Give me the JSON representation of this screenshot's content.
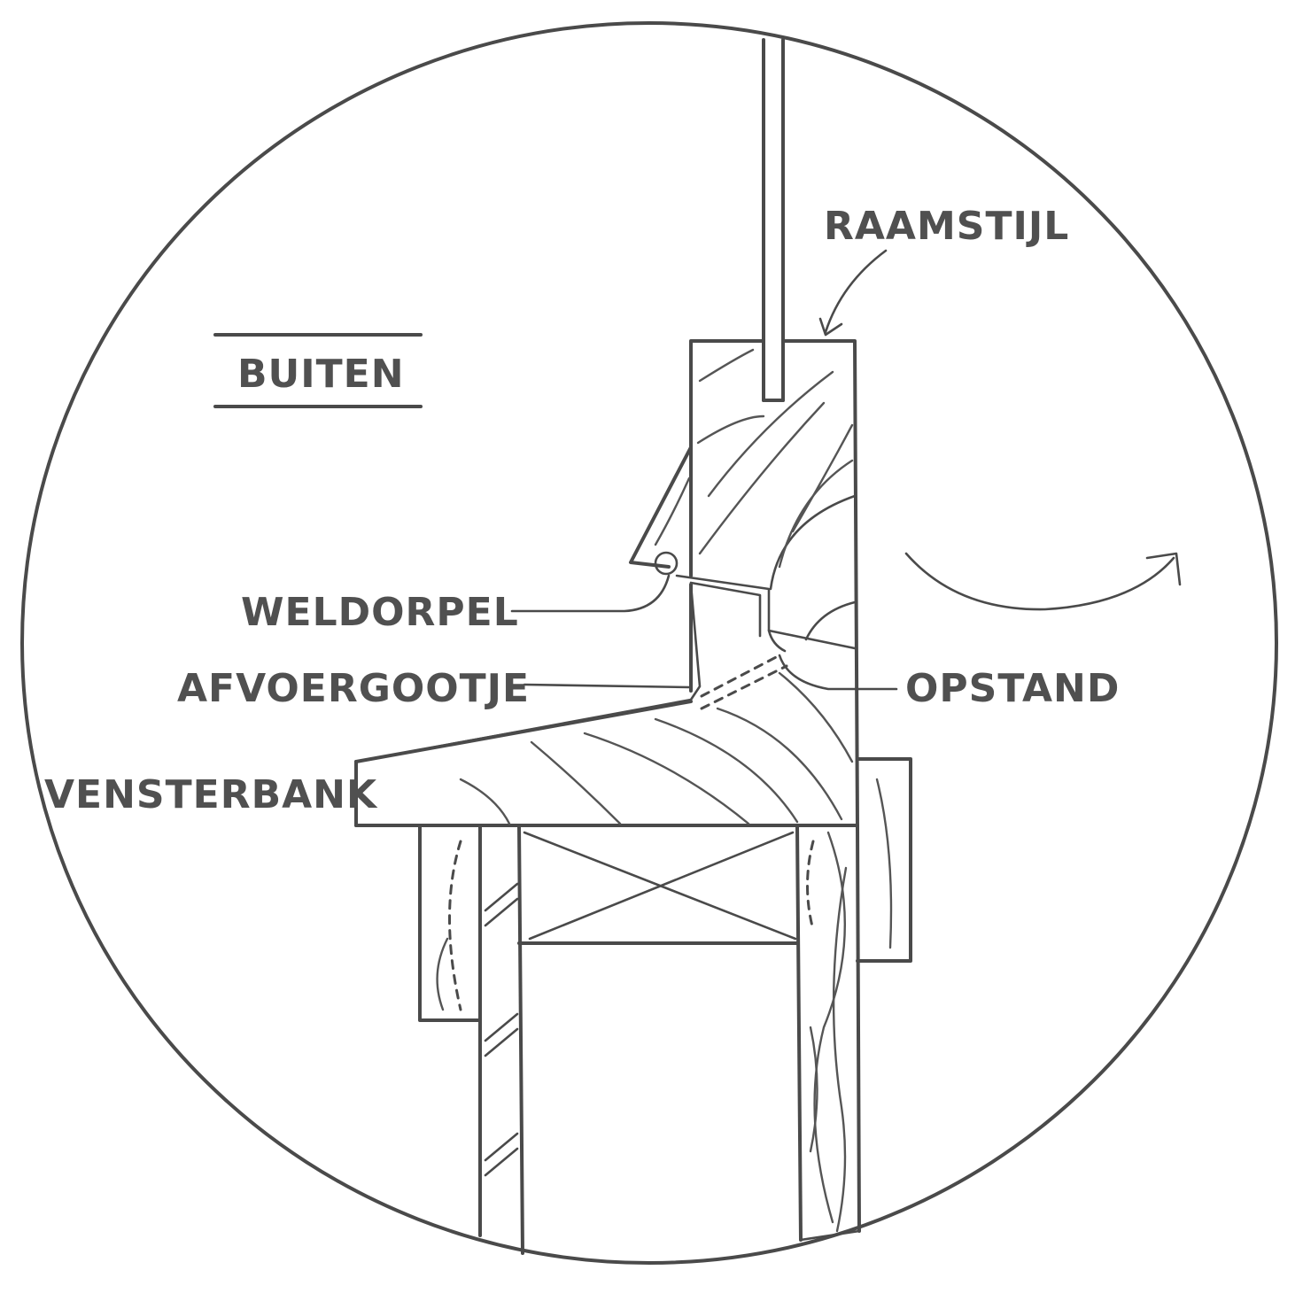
{
  "labels": {
    "buiten": "BUITEN",
    "raamstijl": "RAAMSTIJL",
    "weldorpel": "WELDORPEL",
    "afvoergootje": "AFVOERGOOTJE",
    "opstand": "OPSTAND",
    "vensterbank": "VENSTERBANK"
  },
  "colors": {
    "ink": "#4a4a4a",
    "paper": "#ffffff"
  }
}
